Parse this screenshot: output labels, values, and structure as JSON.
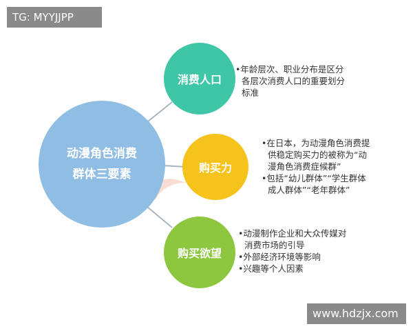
{
  "watermark_top": "TG: MYYJJPP",
  "watermark_bottom": "www.hdzjx.com",
  "center": {
    "label_line1": "动漫角色消费",
    "label_line2": "群体三要素",
    "color": "#8fbde3"
  },
  "nodes": [
    {
      "label": "消费人口",
      "color": "#3ec6a6",
      "bullets": [
        "年龄层次、职业分布是区分各层次消费人口的重要划分标准"
      ]
    },
    {
      "label": "购买力",
      "color": "#f6c21c",
      "bullets": [
        "在日本，为动漫角色消费提供稳定购买力的被称为“动漫角色消费症候群”",
        "包括“幼儿群体”“学生群体成人群体”“老年群体”"
      ]
    },
    {
      "label": "购买欲望",
      "color": "#8dc63f",
      "bullets": [
        "动漫制作企业和大众传媒对消费市场的引导",
        "外部经济环境等影响",
        "兴趣等个人因素"
      ]
    }
  ]
}
